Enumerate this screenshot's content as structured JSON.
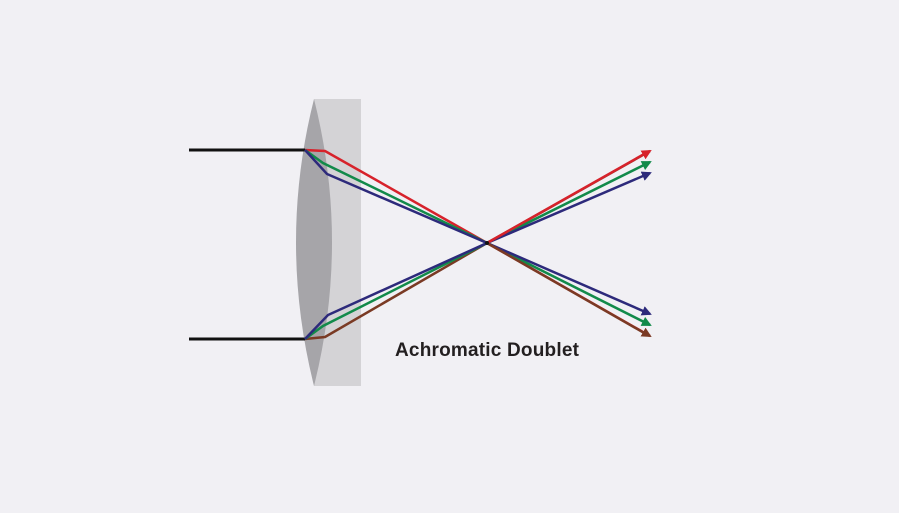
{
  "diagram": {
    "title": "Achromatic Doublet",
    "background": "#f1f0f4",
    "colors": {
      "input_ray": "#111111",
      "red": "#d7222b",
      "green": "#128a4a",
      "blue": "#2d2a7b",
      "brown": "#7a3a24",
      "convex_lens": "#a6a5a9",
      "concave_lens": "#d4d3d6",
      "focus": "#111111"
    },
    "elements": {
      "convex_lens": {
        "label": "convex-lens-element"
      },
      "concave_lens": {
        "label": "flint-lens-element"
      },
      "incoming_rays": [
        "upper-incident-ray",
        "lower-incident-ray"
      ],
      "outgoing_colors_upper": [
        "red",
        "green",
        "blue"
      ],
      "outgoing_colors_lower": [
        "blue",
        "green",
        "brown"
      ]
    }
  }
}
